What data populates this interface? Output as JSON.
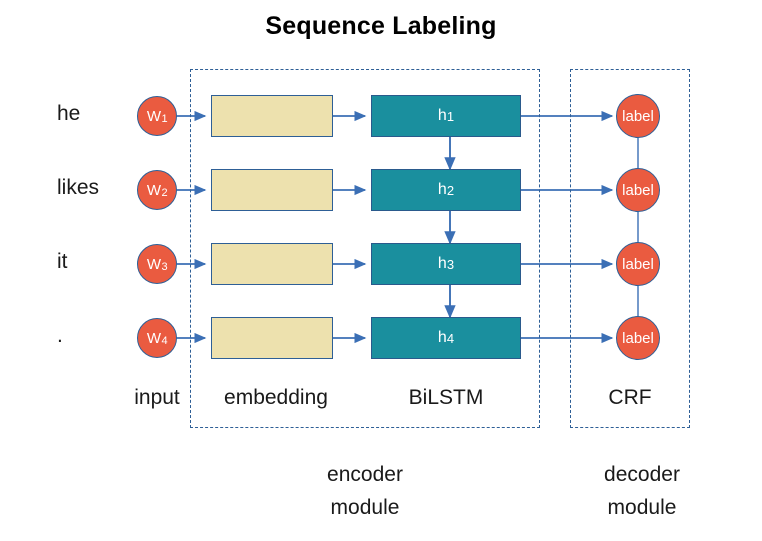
{
  "title": "Sequence Labeling",
  "colors": {
    "circle_fill": "#ea5b40",
    "circle_stroke": "#2e5f96",
    "embedding_fill": "#ede1ae",
    "bilstm_fill": "#1a8f9e",
    "arrow": "#3b6fb5",
    "dashed_border": "#2e5f96",
    "text": "#1a1a1a"
  },
  "rows": [
    {
      "word": "he",
      "token_base": "W",
      "token_sub": "1",
      "hidden_base": "h",
      "hidden_sub": "1",
      "label": "label"
    },
    {
      "word": "likes",
      "token_base": "W",
      "token_sub": "2",
      "hidden_base": "h",
      "hidden_sub": "2",
      "label": "label"
    },
    {
      "word": "it",
      "token_base": "W",
      "token_sub": "3",
      "hidden_base": "h",
      "hidden_sub": "3",
      "label": "label"
    },
    {
      "word": ".",
      "token_base": "W",
      "token_sub": "4",
      "hidden_base": "h",
      "hidden_sub": "4",
      "label": "label"
    }
  ],
  "stages": {
    "input": "input",
    "embedding": "embedding",
    "bilstm": "BiLSTM",
    "crf": "CRF"
  },
  "modules": {
    "encoder_line1": "encoder",
    "encoder_line2": "module",
    "decoder_line1": "decoder",
    "decoder_line2": "module"
  }
}
